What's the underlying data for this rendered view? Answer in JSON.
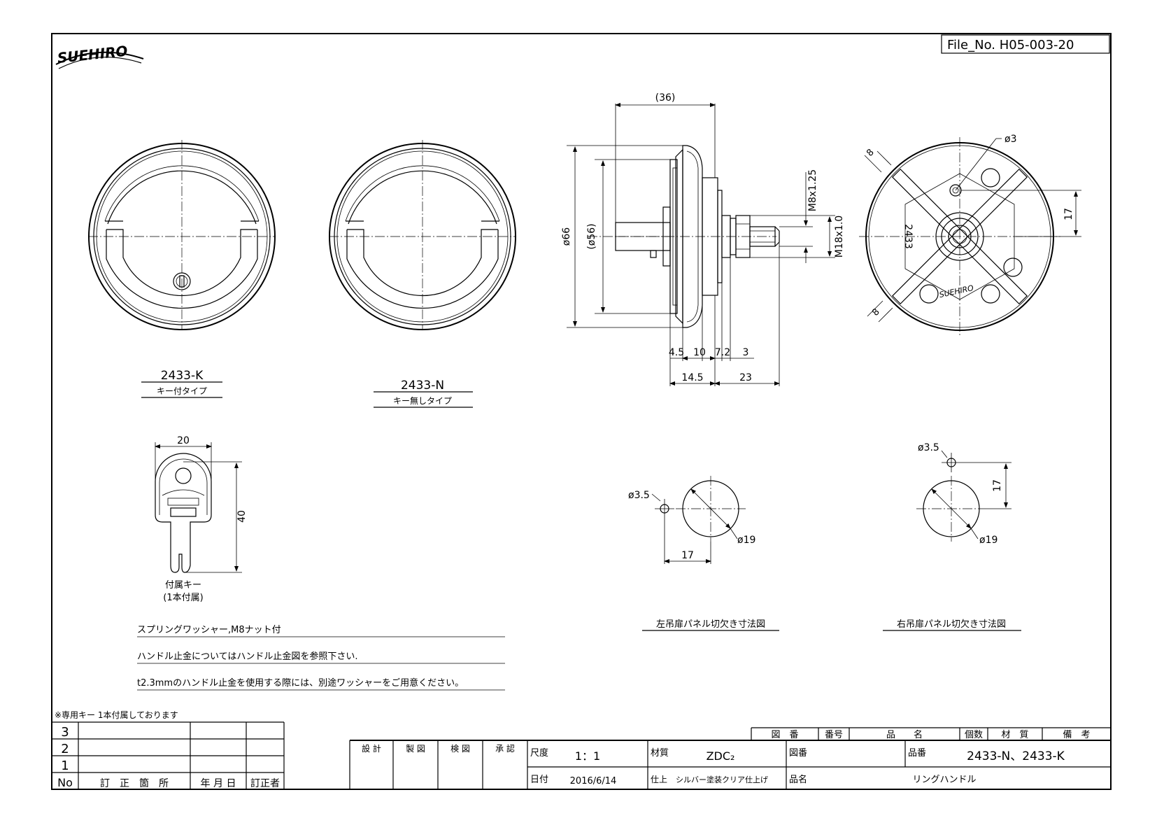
{
  "header": {
    "logo_text": "SUEHIRO",
    "file_no": "File_No. H05-003-20"
  },
  "views": {
    "front_k": {
      "model": "2433-K",
      "type": "キー付タイプ"
    },
    "front_n": {
      "model": "2433-N",
      "type": "キー無しタイプ"
    },
    "side": {
      "dim_36": "(36)",
      "dim_d66": "ø66",
      "dim_d56": "(ø56)",
      "dim_m8": "M8x1.25",
      "dim_m18": "M18x1.0",
      "dim_4_5": "4.5",
      "dim_10": "10",
      "dim_7_2": "7.2",
      "dim_3": "3",
      "dim_14_5": "14.5",
      "dim_23": "23"
    },
    "rear": {
      "dim_d3": "ø3",
      "dim_17": "17",
      "dim_8_top": "8",
      "dim_8_bottom": "8",
      "stamp": "2433",
      "logo_stamp": "SUEHIRO"
    },
    "key": {
      "dim_20": "20",
      "dim_40": "40",
      "label": "付属キー",
      "sub_label": "(1本付属)"
    },
    "cutout_left": {
      "dim_d3_5": "ø3.5",
      "dim_d19": "ø19",
      "dim_17": "17",
      "caption": "左吊扉パネル切欠き寸法図"
    },
    "cutout_right": {
      "dim_d3_5": "ø3.5",
      "dim_d19": "ø19",
      "dim_17": "17",
      "caption": "右吊扉パネル切欠き寸法図"
    }
  },
  "notes": [
    "スプリングワッシャー,M8ナット付",
    "ハンドル止金についてはハンドル止金図を参照下さい.",
    "t2.3mmのハンドル止金を使用する際には、別途ワッシャーをご用意ください。"
  ],
  "key_note": "※専用キー 1本付属しております",
  "revision_table": {
    "rows": [
      "3",
      "2",
      "1"
    ],
    "headers": [
      "No",
      "訂　正　箇　所",
      "年 月 日",
      "訂正者"
    ]
  },
  "title_block": {
    "parts_header": [
      "図　番",
      "番号",
      "品　　名",
      "個数",
      "材　質",
      "備　考"
    ],
    "approvals": [
      "設 計",
      "製 図",
      "検 図",
      "承 認"
    ],
    "scale_label": "尺度",
    "scale": "1：1",
    "material_label": "材質",
    "material": "ZDC₂",
    "drawing_no_label": "図番",
    "product_no_label": "品番",
    "product_no": "2433-N、2433-K",
    "date_label": "日付",
    "date": "2016/6/14",
    "finish_label": "仕上",
    "finish": "シルバー塗装クリア仕上げ",
    "product_name_label": "品名",
    "product_name": "リングハンドル"
  }
}
